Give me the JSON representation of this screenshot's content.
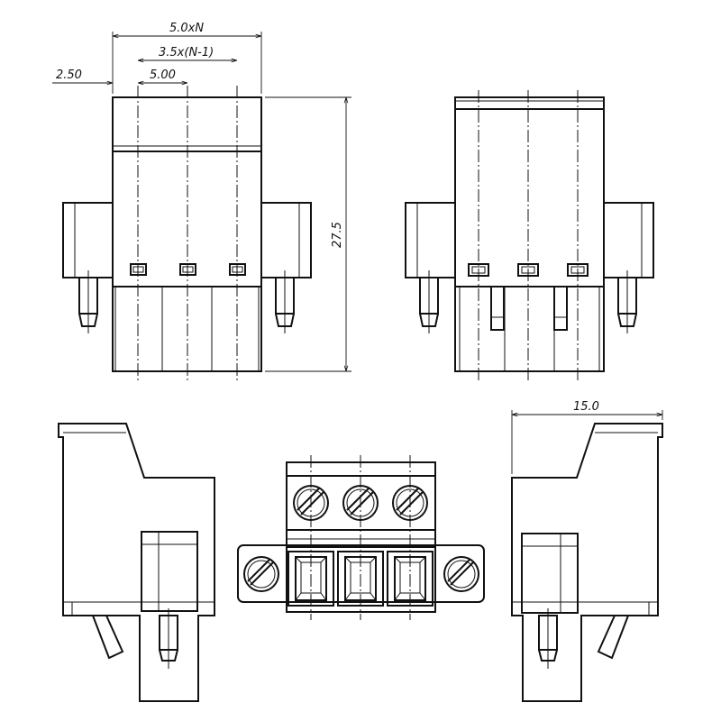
{
  "dimensions": {
    "overall_width": "5.0xN",
    "pitch_span": "3.5x(N-1)",
    "pitch": "5.00",
    "edge_offset": "2.50",
    "height": "27.5",
    "depth": "15.0"
  },
  "views": [
    "front-view",
    "rear-view",
    "left-side-view",
    "top-view",
    "right-side-view"
  ],
  "pole_count": 3
}
